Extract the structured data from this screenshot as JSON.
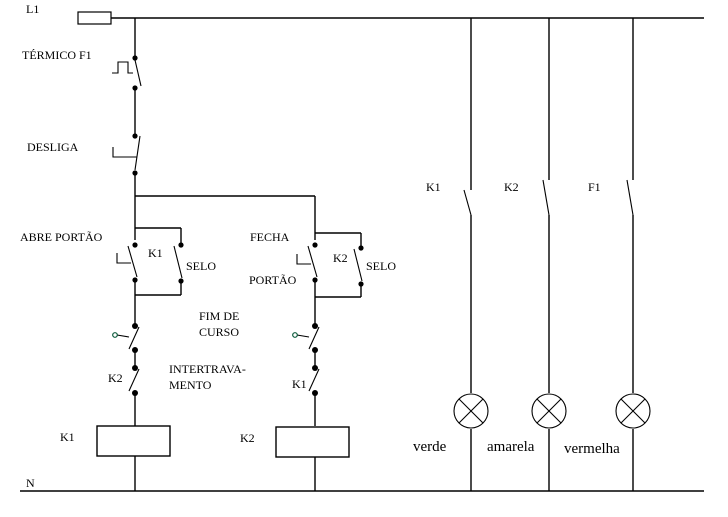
{
  "rails": {
    "line": "L1",
    "neutral": "N"
  },
  "branch1": {
    "thermal": "TÉRMICO F1",
    "off": "DESLIGA",
    "open": "ABRE PORTÃO",
    "contact": "K1",
    "seal": "SELO",
    "limit": "FIM DE\nCURSO",
    "interlock_contact": "K2",
    "interlock": "INTERTRAVA-\nMENTO",
    "coil": "K1"
  },
  "branch2": {
    "close_top": "FECHA",
    "close_bottom": "PORTÃO",
    "contact": "K2",
    "seal": "SELO",
    "interlock_contact": "K1",
    "coil": "K2"
  },
  "lamps": [
    {
      "contact": "K1",
      "label": "verde"
    },
    {
      "contact": "K2",
      "label": "amarela"
    },
    {
      "contact": "F1",
      "label": "vermelha"
    }
  ]
}
